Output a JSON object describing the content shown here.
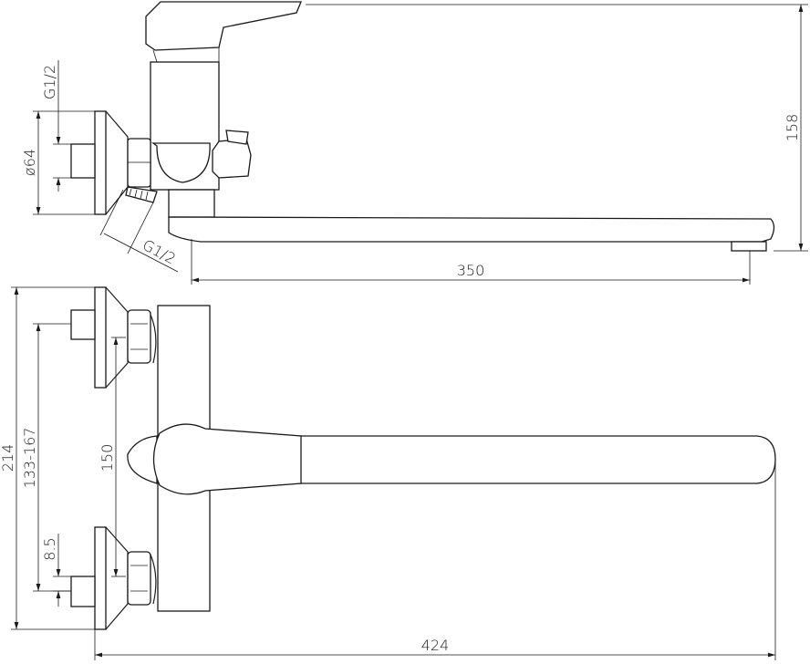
{
  "title": "Wall-mounted bath mixer with long spout — dimensional drawing",
  "dimensions": {
    "thread_top": "G1/2",
    "flange_diameter": "ø64",
    "thread_side": "G1/2",
    "height": "158",
    "spout_reach": "350",
    "overall_height": "214",
    "inlet_spacing_range": "133-167",
    "inlet_spacing": "150",
    "offset": "8.5",
    "overall_length": "424"
  },
  "colors": {
    "line": "#1a1a1a",
    "background": "#ffffff"
  }
}
